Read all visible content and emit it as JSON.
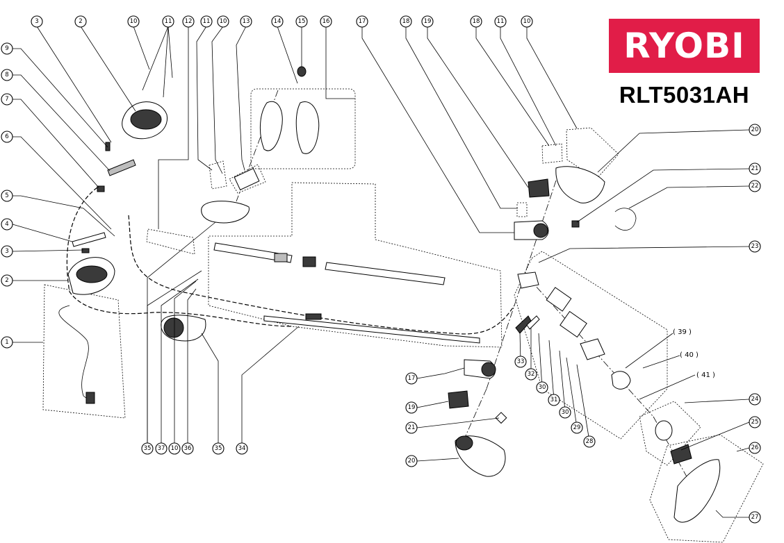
{
  "brand": {
    "name": "RYOBI",
    "color": "#e11d48",
    "text_color": "#ffffff"
  },
  "model": "RLT5031AH",
  "callouts": [
    "3",
    "2",
    "10",
    "11",
    "12",
    "11",
    "10",
    "13",
    "14",
    "15",
    "16",
    "17",
    "18",
    "19",
    "18",
    "11",
    "10",
    "9",
    "8",
    "7",
    "6",
    "5",
    "4",
    "3",
    "2",
    "1",
    "20",
    "21",
    "22",
    "23",
    "24",
    "25",
    "26",
    "27",
    "17",
    "19",
    "21",
    "20",
    "35",
    "37",
    "10",
    "36",
    "35",
    "34",
    "33",
    "32",
    "30",
    "31",
    "30",
    "29",
    "28"
  ],
  "paren_labels": [
    "( 39 )",
    "( 40 )",
    "( 41 )"
  ]
}
